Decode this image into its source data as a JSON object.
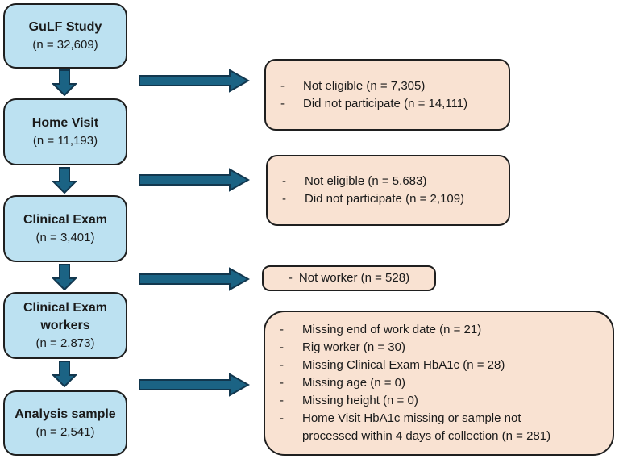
{
  "colors": {
    "stage_fill": "#BCE1F1",
    "note_fill": "#F9E2D2",
    "box_border": "#1F1F1F",
    "arrow_fill": "#1B6384",
    "arrow_stroke": "#12374E"
  },
  "diagram": {
    "bullet_char": "-",
    "stages": [
      {
        "title": "GuLF Study",
        "count": "(n = 32,609)"
      },
      {
        "title": "Home Visit",
        "count": "(n = 11,193)"
      },
      {
        "title": "Clinical Exam",
        "count": "(n = 3,401)"
      },
      {
        "title": "Clinical Exam workers",
        "count": "(n = 2,873)"
      },
      {
        "title": "Analysis sample",
        "count": "(n = 2,541)"
      }
    ],
    "exclusions": [
      {
        "items": [
          "Not eligible (n = 7,305)",
          "Did not participate (n = 14,111)"
        ]
      },
      {
        "items": [
          "Not eligible (n = 5,683)",
          "Did not participate (n = 2,109)"
        ]
      },
      {
        "items": [
          "Not worker (n = 528)"
        ]
      },
      {
        "items": [
          "Missing end of work date (n = 21)",
          "Rig worker (n = 30)",
          "Missing Clinical Exam HbA1c (n = 28)",
          "Missing age (n = 0)",
          "Missing height (n = 0)",
          "Home Visit HbA1c missing or sample not\nprocessed within 4 days of collection (n = 281)"
        ]
      }
    ]
  }
}
